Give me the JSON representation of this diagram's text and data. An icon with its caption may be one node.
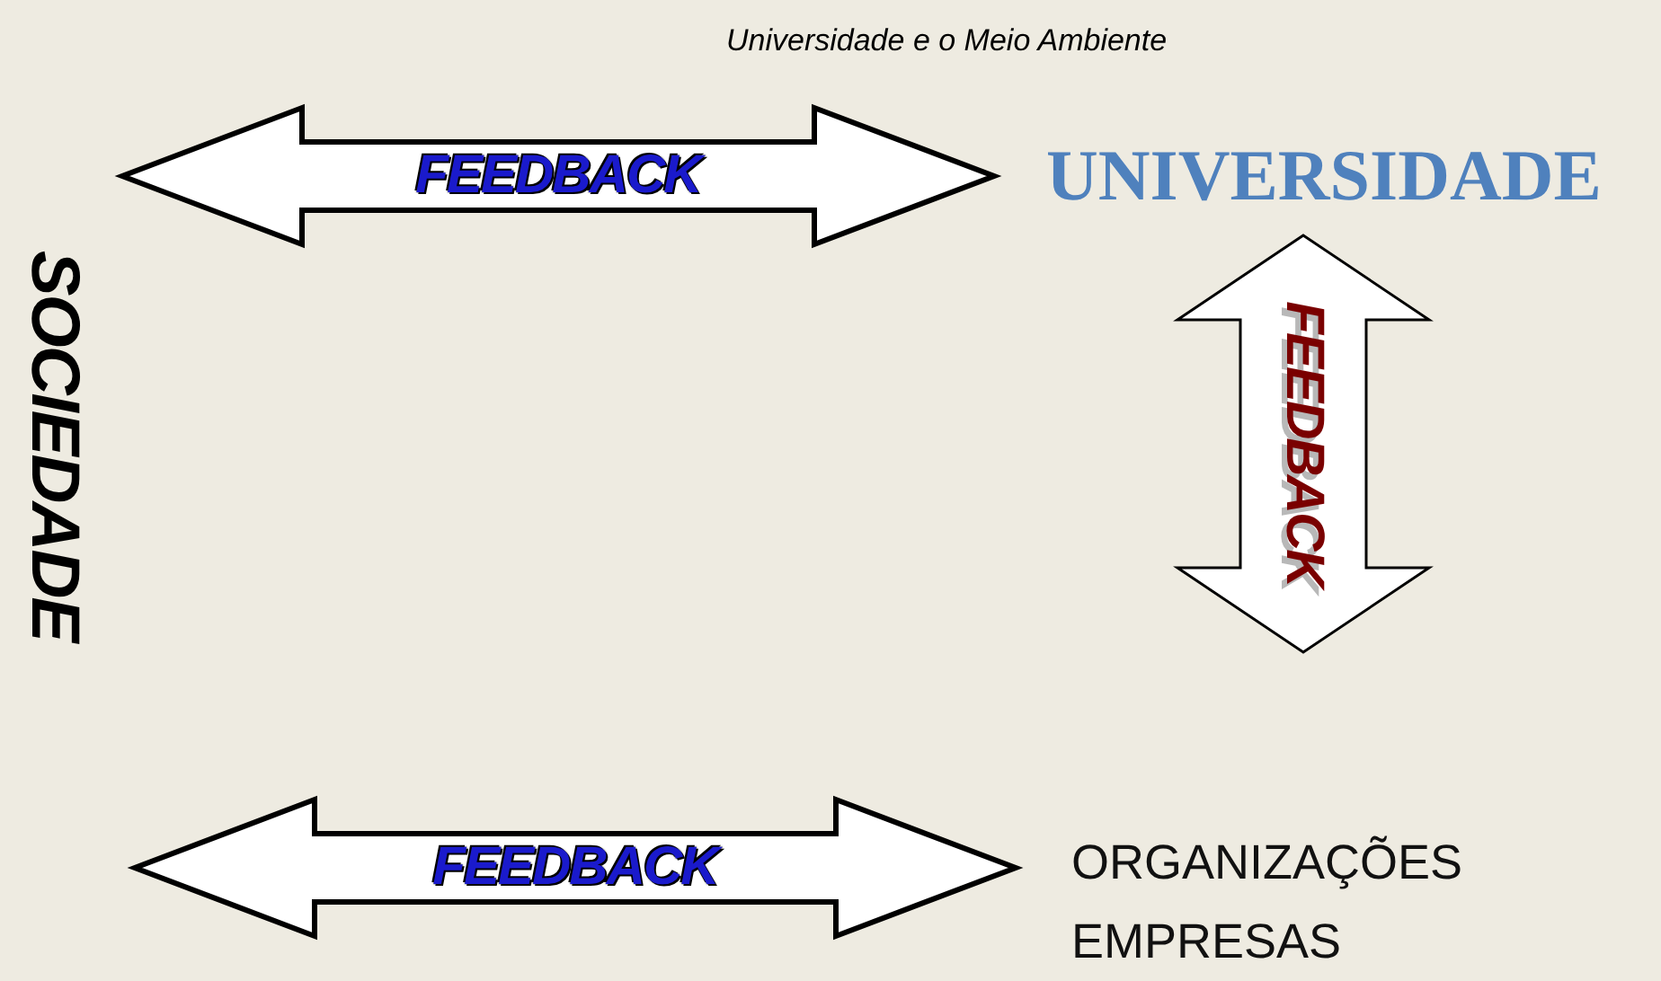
{
  "diagram": {
    "title": "Universidade e o Meio Ambiente",
    "nodes": [
      {
        "text": [
          "SOCIEDADE"
        ]
      },
      {
        "text": [
          "UNIVERSIDADE"
        ]
      },
      {
        "text": [
          "ORGANIZAÇÕES",
          "EMPRESAS"
        ]
      }
    ],
    "edges": [
      {
        "from": 0,
        "to": 1,
        "arrow": "both",
        "label": "FEEDBACK"
      },
      {
        "from": 1,
        "to": 2,
        "arrow": "both",
        "label": "FEEDBACK",
        "color": "#7a0000"
      },
      {
        "from": 0,
        "to": 2,
        "arrow": "both",
        "label": "FEEDBACK"
      }
    ]
  }
}
